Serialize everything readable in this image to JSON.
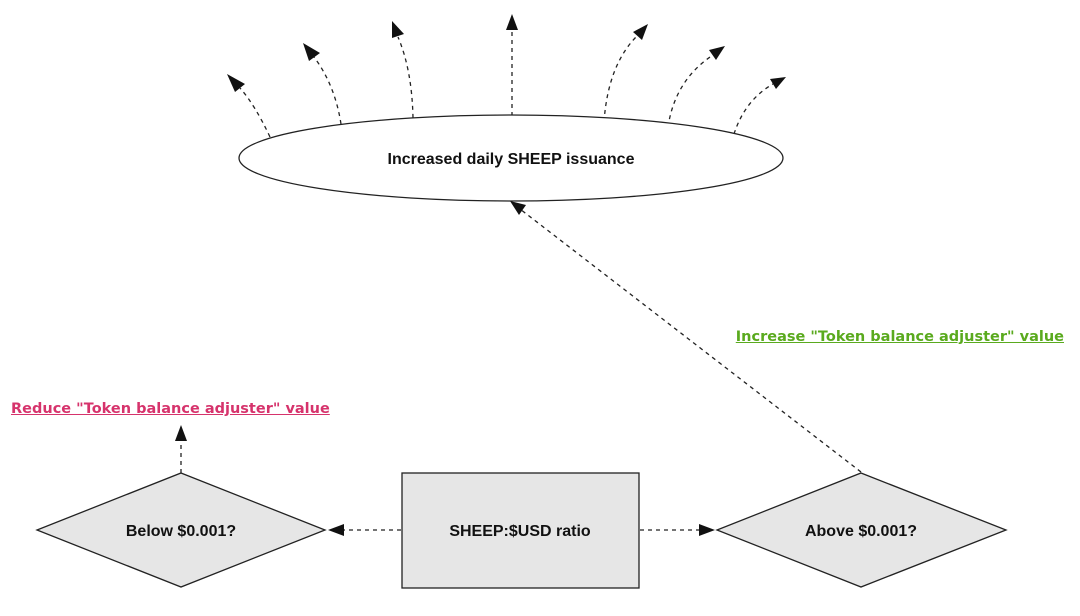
{
  "nodes": {
    "issuance": "Increased daily SHEEP issuance",
    "ratio": "SHEEP:$USD ratio",
    "below": "Below $0.001?",
    "above": "Above $0.001?"
  },
  "links": {
    "increase": {
      "label": "Increase \"Token balance adjuster\" value",
      "color": "#5aaa1e"
    },
    "reduce": {
      "label": "Reduce \"Token balance adjuster\" value",
      "color": "#d6336c"
    }
  }
}
